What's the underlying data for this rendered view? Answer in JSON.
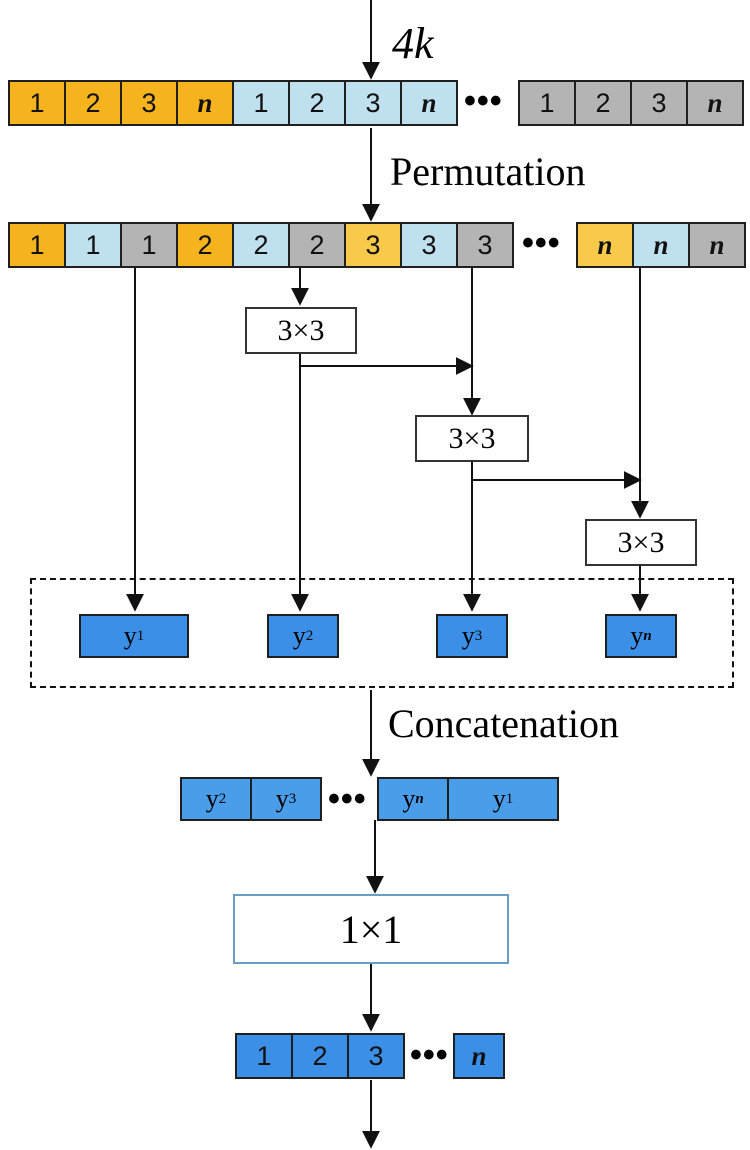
{
  "top_label": "4k",
  "permutation_label": "Permutation",
  "concatenation_label": "Concatenation",
  "ellipsis": "•••",
  "input_row": [
    "1",
    "2",
    "3",
    "n",
    "1",
    "2",
    "3",
    "n",
    "1",
    "2",
    "3",
    "n"
  ],
  "permuted_row": [
    "1",
    "1",
    "1",
    "2",
    "2",
    "2",
    "3",
    "3",
    "3",
    "n",
    "n",
    "n"
  ],
  "conv_label": "3×3",
  "pointwise_label": "1×1",
  "outputs": {
    "y1": {
      "base": "y",
      "sub": "1"
    },
    "y2": {
      "base": "y",
      "sub": "2"
    },
    "y3": {
      "base": "y",
      "sub": "3"
    },
    "yn": {
      "base": "y",
      "sub": "n"
    }
  },
  "final_row": [
    "1",
    "2",
    "3",
    "n"
  ],
  "colors": {
    "orange": "#f5b41e",
    "light_blue": "#bfe0ee",
    "gray": "#b4b4b4",
    "blue": "#3b8fe6"
  }
}
